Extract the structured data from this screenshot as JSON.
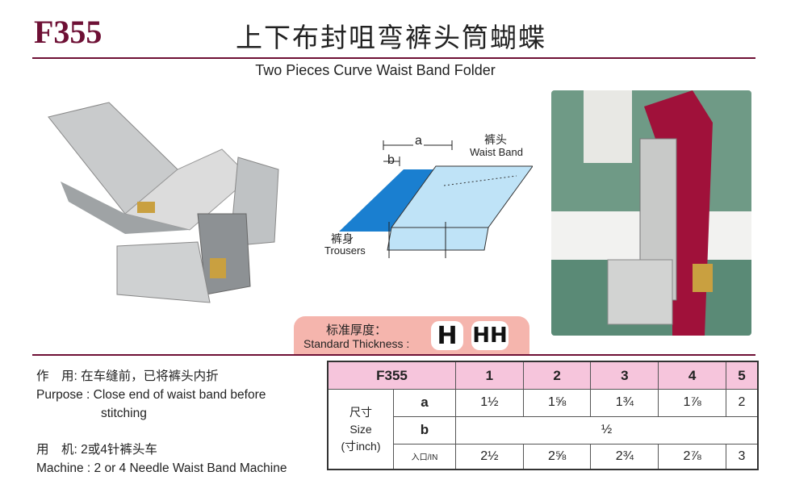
{
  "header": {
    "model": "F355",
    "title_cn": "上下布封咀弯裤头筒蝴蝶",
    "title_en": "Two Pieces Curve Waist Band Folder"
  },
  "diagram": {
    "a": "a",
    "b": "b",
    "waist_cn": "裤头",
    "waist_en": "Waist Band",
    "trousers_cn": "裤身",
    "trousers_en": "Trousers"
  },
  "thickness": {
    "label_cn": "标准厚度：",
    "label_en": "Standard Thickness :",
    "levels": [
      "H",
      "HH"
    ]
  },
  "info": {
    "purpose_cn_label": "作　用:",
    "purpose_cn": "在车缝前，已将裤头内折",
    "purpose_label": "Purpose :",
    "purpose": "Close end of waist band before",
    "purpose2": "stitching",
    "machine_cn_label": "用　机:",
    "machine_cn": "2或4针裤头车",
    "machine_label": "Machine :",
    "machine": "2 or 4 Needle Waist Band Machine"
  },
  "table": {
    "model": "F355",
    "columns": [
      "1",
      "2",
      "3",
      "4",
      "5"
    ],
    "size_cn": "尺寸",
    "size_en": "Size",
    "unit": "(寸inch)",
    "rows": [
      {
        "label": "a",
        "values": [
          "1½",
          "1⅝",
          "1¾",
          "1⅞",
          "2"
        ]
      },
      {
        "label": "b",
        "span": "½"
      },
      {
        "label": "入口/IN",
        "values": [
          "2½",
          "2⅝",
          "2¾",
          "2⅞",
          "3"
        ]
      }
    ]
  },
  "colors": {
    "brand": "#6e1035",
    "header_pink": "#f6c5dc",
    "thickness_pink": "#f5b5ad",
    "fabric_blue": "#1a7fd0",
    "band_blue": "#bfe3f7"
  }
}
